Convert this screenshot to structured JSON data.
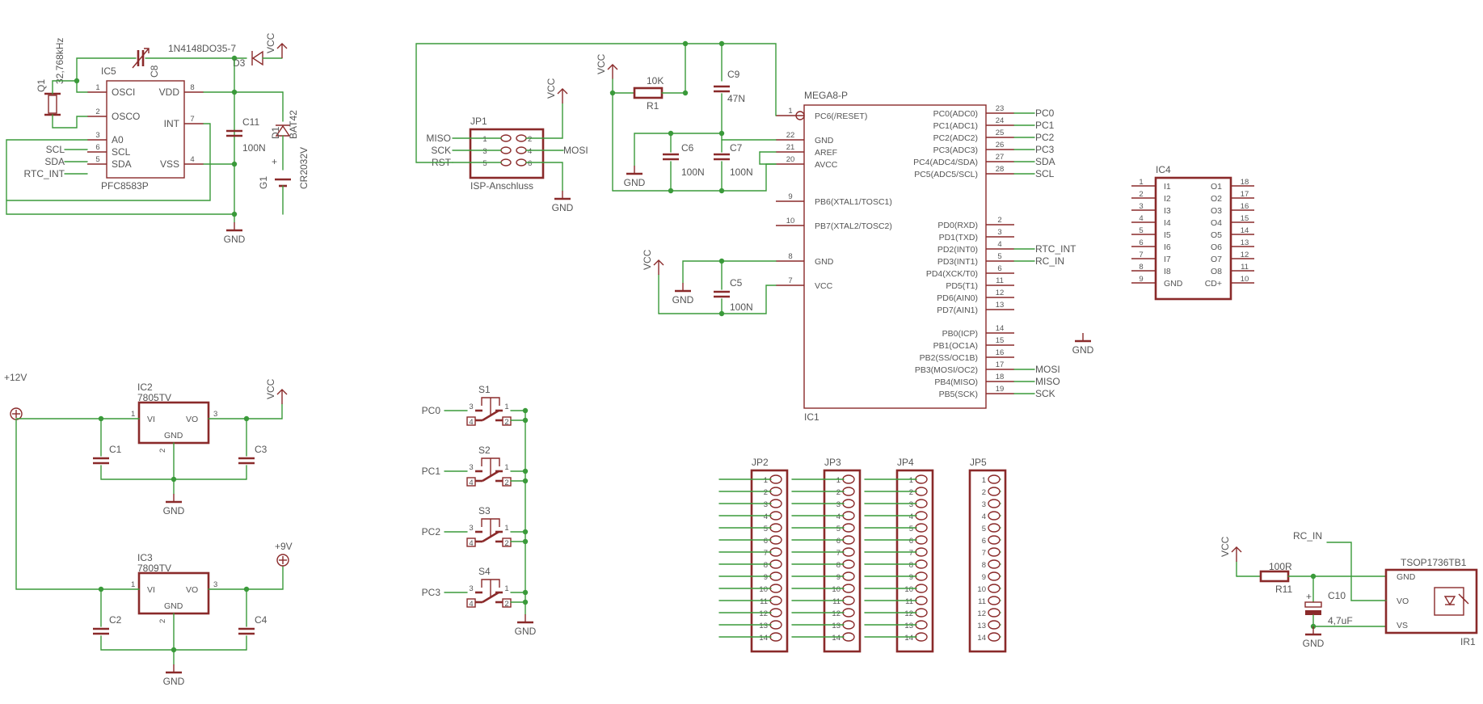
{
  "power": {
    "vcc": "VCC",
    "gnd": "GND",
    "v12": "+12V",
    "v9": "+9V"
  },
  "rtc": {
    "q1": "Q1",
    "q1_value": "32,768kHz",
    "ic5": "IC5",
    "ic5_value": "PFC8583P",
    "c8": "C8",
    "d3_value": "1N4148DO35-7",
    "d3": "D3",
    "c11": "C11",
    "c11_value": "100N",
    "d1": "D1",
    "d1_value": "BAT42",
    "g1": "G1",
    "g1_value": "CR2032V",
    "plus": "+",
    "pins_left": [
      {
        "num": "1",
        "name": "OSCI"
      },
      {
        "num": "2",
        "name": "OSCO"
      },
      {
        "num": "3",
        "name": "A0"
      },
      {
        "num": "6",
        "name": "SCL"
      },
      {
        "num": "5",
        "name": "SDA"
      }
    ],
    "pins_right": [
      {
        "num": "8",
        "name": "VDD"
      },
      {
        "num": "7",
        "name": "INT"
      },
      {
        "num": "4",
        "name": "VSS"
      }
    ],
    "nets": [
      "SCL",
      "SDA",
      "RTC_INT"
    ]
  },
  "isp": {
    "jp1": "JP1",
    "jp1_value": "ISP-Anschluss",
    "left_nets": [
      "MISO",
      "SCK",
      "RST"
    ],
    "left_pins": [
      "1",
      "3",
      "5"
    ],
    "right_pins": [
      "2",
      "4",
      "6"
    ],
    "right_net": "MOSI"
  },
  "reset": {
    "r1": "R1",
    "r1_value": "10K",
    "c9": "C9",
    "c9_value": "47N",
    "c6": "C6",
    "c6_value": "100N",
    "c7": "C7",
    "c7_value": "100N",
    "c5": "C5",
    "c5_value": "100N"
  },
  "mcu": {
    "value": "MEGA8-P",
    "name": "IC1",
    "left_pins": [
      {
        "num": "1",
        "name": "PC6(/RESET)"
      },
      {
        "num": "22",
        "name": "GND"
      },
      {
        "num": "21",
        "name": "AREF"
      },
      {
        "num": "20",
        "name": "AVCC"
      },
      {
        "num": "9",
        "name": "PB6(XTAL1/TOSC1)"
      },
      {
        "num": "10",
        "name": "PB7(XTAL2/TOSC2)"
      },
      {
        "num": "8",
        "name": "GND"
      },
      {
        "num": "7",
        "name": "VCC"
      }
    ],
    "right_pins": [
      {
        "num": "23",
        "name": "PC0(ADC0)",
        "net": "PC0"
      },
      {
        "num": "24",
        "name": "PC1(ADC1)",
        "net": "PC1"
      },
      {
        "num": "25",
        "name": "PC2(ADC2)",
        "net": "PC2"
      },
      {
        "num": "26",
        "name": "PC3(ADC3)",
        "net": "PC3"
      },
      {
        "num": "27",
        "name": "PC4(ADC4/SDA)",
        "net": "SDA"
      },
      {
        "num": "28",
        "name": "PC5(ADC5/SCL)",
        "net": "SCL"
      },
      {
        "num": "2",
        "name": "PD0(RXD)",
        "net": ""
      },
      {
        "num": "3",
        "name": "PD1(TXD)",
        "net": ""
      },
      {
        "num": "4",
        "name": "PD2(INT0)",
        "net": "RTC_INT"
      },
      {
        "num": "5",
        "name": "PD3(INT1)",
        "net": "RC_IN"
      },
      {
        "num": "6",
        "name": "PD4(XCK/T0)",
        "net": ""
      },
      {
        "num": "11",
        "name": "PD5(T1)",
        "net": ""
      },
      {
        "num": "12",
        "name": "PD6(AIN0)",
        "net": ""
      },
      {
        "num": "13",
        "name": "PD7(AIN1)",
        "net": ""
      },
      {
        "num": "14",
        "name": "PB0(ICP)",
        "net": ""
      },
      {
        "num": "15",
        "name": "PB1(OC1A)",
        "net": ""
      },
      {
        "num": "16",
        "name": "PB2(SS/OC1B)",
        "net": ""
      },
      {
        "num": "17",
        "name": "PB3(MOSI/OC2)",
        "net": "MOSI"
      },
      {
        "num": "18",
        "name": "PB4(MISO)",
        "net": "MISO"
      },
      {
        "num": "19",
        "name": "PB5(SCK)",
        "net": "SCK"
      }
    ]
  },
  "ic4": {
    "name": "IC4",
    "left_pins": [
      {
        "num": "1",
        "name": "I1"
      },
      {
        "num": "2",
        "name": "I2"
      },
      {
        "num": "3",
        "name": "I3"
      },
      {
        "num": "4",
        "name": "I4"
      },
      {
        "num": "5",
        "name": "I5"
      },
      {
        "num": "6",
        "name": "I6"
      },
      {
        "num": "7",
        "name": "I7"
      },
      {
        "num": "8",
        "name": "I8"
      },
      {
        "num": "9",
        "name": "GND"
      }
    ],
    "right_pins": [
      {
        "num": "18",
        "name": "O1"
      },
      {
        "num": "17",
        "name": "O2"
      },
      {
        "num": "16",
        "name": "O3"
      },
      {
        "num": "15",
        "name": "O4"
      },
      {
        "num": "14",
        "name": "O5"
      },
      {
        "num": "13",
        "name": "O6"
      },
      {
        "num": "12",
        "name": "O7"
      },
      {
        "num": "11",
        "name": "O8"
      },
      {
        "num": "10",
        "name": "CD+"
      }
    ]
  },
  "reg5": {
    "ic": "IC2",
    "value": "7805TV",
    "vi": "VI",
    "vo": "VO",
    "gnd": "GND",
    "pin_in": "1",
    "pin_out": "3",
    "pin_gnd": "2",
    "c_in": "C1",
    "c_out": "C3"
  },
  "reg9": {
    "ic": "IC3",
    "value": "7809TV",
    "vi": "VI",
    "vo": "VO",
    "gnd": "GND",
    "pin_in": "1",
    "pin_out": "3",
    "pin_gnd": "2",
    "c_in": "C2",
    "c_out": "C4"
  },
  "switches": [
    {
      "name": "S1",
      "net": "PC0"
    },
    {
      "name": "S2",
      "net": "PC1"
    },
    {
      "name": "S3",
      "net": "PC2"
    },
    {
      "name": "S4",
      "net": "PC3"
    }
  ],
  "switch_pins": [
    "3",
    "4",
    "1",
    "2"
  ],
  "headers": [
    {
      "name": "JP2"
    },
    {
      "name": "JP3"
    },
    {
      "name": "JP4"
    },
    {
      "name": "JP5"
    }
  ],
  "header_pins": [
    "1",
    "2",
    "3",
    "4",
    "5",
    "6",
    "7",
    "8",
    "9",
    "10",
    "11",
    "12",
    "13",
    "14"
  ],
  "ir": {
    "net": "RC_IN",
    "r11": "R11",
    "r11_value": "100R",
    "c10": "C10",
    "c10_value": "4,7uF",
    "ir1_value": "TSOP1736TB1",
    "ir1": "IR1",
    "pin_gnd": "GND",
    "pin_vo": "VO",
    "pin_vs": "VS"
  }
}
